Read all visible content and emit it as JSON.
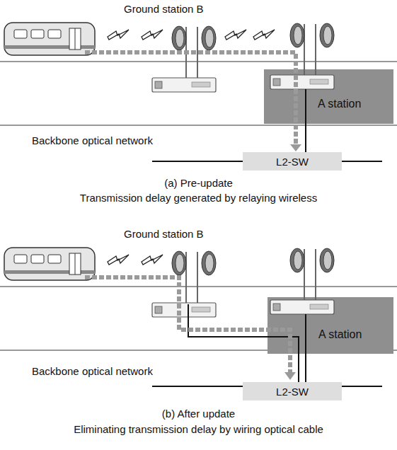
{
  "diagram": {
    "nodes": [
      {
        "text": [
          "A station"
        ]
      },
      {
        "text": [
          "L2-SW"
        ]
      },
      {
        "text": [
          "A station"
        ]
      },
      {
        "text": [
          "L2-SW"
        ]
      }
    ],
    "edges": [
      {
        "from": 0,
        "to": 1,
        "arrow": "none"
      },
      {
        "from": 2,
        "to": 3,
        "arrow": "none"
      }
    ],
    "labels": [
      "Ground station B",
      "Backbone optical network",
      "(a) Pre-update",
      "Transmission delay generated by relaying wireless",
      "Ground station B",
      "Backbone optical network",
      "(b) After update",
      "Eliminating transmission delay by wiring optical cable"
    ]
  }
}
